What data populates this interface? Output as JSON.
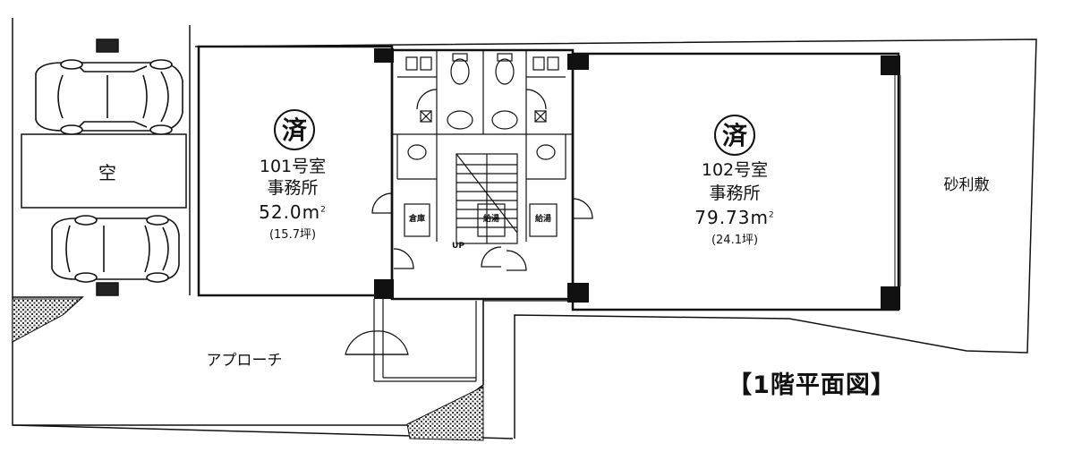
{
  "rooms": [
    {
      "badge": "済",
      "number": "101号室",
      "use": "事務所",
      "area": "52.0m",
      "area_unit_sup": "2",
      "tsubo": "(15.7坪)"
    },
    {
      "badge": "済",
      "number": "102号室",
      "use": "事務所",
      "area": "79.73m",
      "area_unit_sup": "2",
      "tsubo": "(24.1坪)"
    }
  ],
  "labels": {
    "parking_empty": "空",
    "gravel": "砂利敷",
    "approach": "アプローチ",
    "stairs_up": "UP",
    "storage_left": "倉庫",
    "storage_mid": "給湯",
    "storage_right": "給湯",
    "floor_title": "【1階平面図】"
  }
}
